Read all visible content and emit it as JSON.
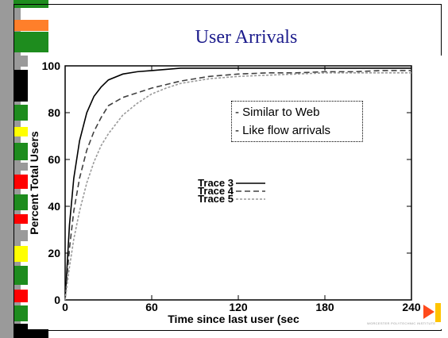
{
  "slide": {
    "title": "User Arrivals",
    "callout": [
      "- Similar to Web",
      "- Like flow arrivals"
    ],
    "logo_text": "WORCESTER POLYTECHNIC INSTITUTE"
  },
  "colors": {
    "title": "#1c1c8c",
    "trace3": "#000000",
    "trace4": "#404040",
    "trace5": "#9a9a9a",
    "side_blocks": [
      "#1e8c1e",
      "#ff7f2a",
      "#9a9a9a",
      "#000000",
      "#ff0000",
      "#ffff00"
    ]
  },
  "chart_data": {
    "type": "line",
    "title": "",
    "xlabel": "Time since last user (sec",
    "ylabel": "Percent Total Users",
    "xlim": [
      0,
      240
    ],
    "ylim": [
      0,
      100
    ],
    "xticks": [
      0,
      60,
      120,
      180,
      240
    ],
    "yticks": [
      0,
      20,
      40,
      60,
      80,
      100
    ],
    "legend_position": "center-left",
    "grid": false,
    "series": [
      {
        "name": "Trace 3",
        "style": "solid",
        "x": [
          0,
          3,
          6,
          10,
          15,
          20,
          25,
          30,
          40,
          50,
          60,
          70,
          80,
          100,
          120,
          140,
          160,
          180,
          200,
          220,
          240
        ],
        "y": [
          0,
          32,
          52,
          68,
          80,
          87,
          91,
          94,
          96.5,
          97.5,
          98,
          98.5,
          99,
          99,
          99,
          99,
          99,
          99,
          99,
          99,
          99
        ]
      },
      {
        "name": "Trace 4",
        "style": "dashed",
        "x": [
          0,
          3,
          6,
          10,
          15,
          20,
          25,
          30,
          40,
          50,
          60,
          70,
          80,
          100,
          120,
          140,
          160,
          180,
          200,
          220,
          240
        ],
        "y": [
          0,
          22,
          38,
          52,
          64,
          72,
          78,
          83,
          86.5,
          88.5,
          90.5,
          92,
          93.5,
          95.5,
          96.5,
          97,
          97,
          97.5,
          97.5,
          98,
          98
        ]
      },
      {
        "name": "Trace 5",
        "style": "dotted",
        "x": [
          0,
          3,
          6,
          10,
          15,
          20,
          25,
          30,
          40,
          50,
          60,
          70,
          80,
          100,
          120,
          140,
          160,
          180,
          200,
          220,
          240
        ],
        "y": [
          0,
          14,
          26,
          38,
          50,
          59,
          66,
          71,
          79,
          84,
          88,
          90.5,
          92.5,
          94.5,
          95.5,
          96,
          96.5,
          97,
          97,
          97,
          97
        ]
      }
    ]
  }
}
